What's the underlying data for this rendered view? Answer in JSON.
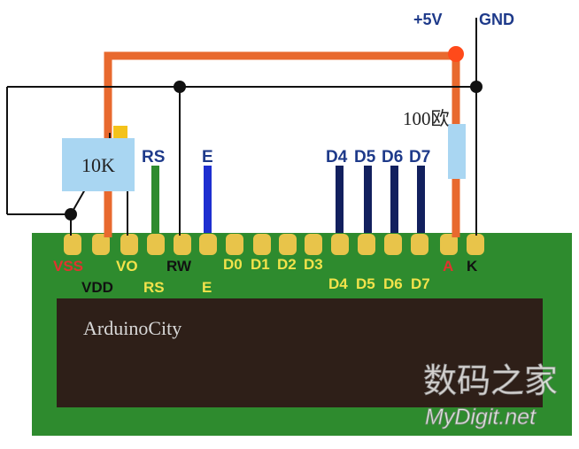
{
  "power": {
    "plus5v": "+5V",
    "gnd": "GND"
  },
  "potentiometer": {
    "label": "10K"
  },
  "resistor": {
    "label": "100欧"
  },
  "top_signal_labels": {
    "rs": "RS",
    "e": "E",
    "d4": "D4",
    "d5": "D5",
    "d6": "D6",
    "d7": "D7"
  },
  "pin_labels": {
    "vss": "VSS",
    "vdd": "VDD",
    "vo": "VO",
    "rs": "RS",
    "rw": "RW",
    "e": "E",
    "d0": "D0",
    "d1": "D1",
    "d2": "D2",
    "d3": "D3",
    "d4": "D4",
    "d5": "D5",
    "d6": "D6",
    "d7": "D7",
    "a": "A",
    "k": "K"
  },
  "lcd": {
    "display_text": "ArduinoCity"
  },
  "watermark": {
    "chinese": "数码之家",
    "site": "MyDigit.net"
  },
  "colors": {
    "wire_orange": "#e8692e",
    "wire_black": "#111111",
    "board_green": "#2e8b2e",
    "lcd_screen": "#2e1f18",
    "pin_gold": "#e8c44a",
    "pot_blue": "#a9d6f2",
    "rs_green": "#2e8b2e",
    "e_blue": "#1e2fd0",
    "data_navy": "#12205e",
    "label_navy": "#1e3a8a",
    "label_yellow": "#f2e24b",
    "label_red": "#e0332e",
    "node_red": "#ff4a1a"
  }
}
